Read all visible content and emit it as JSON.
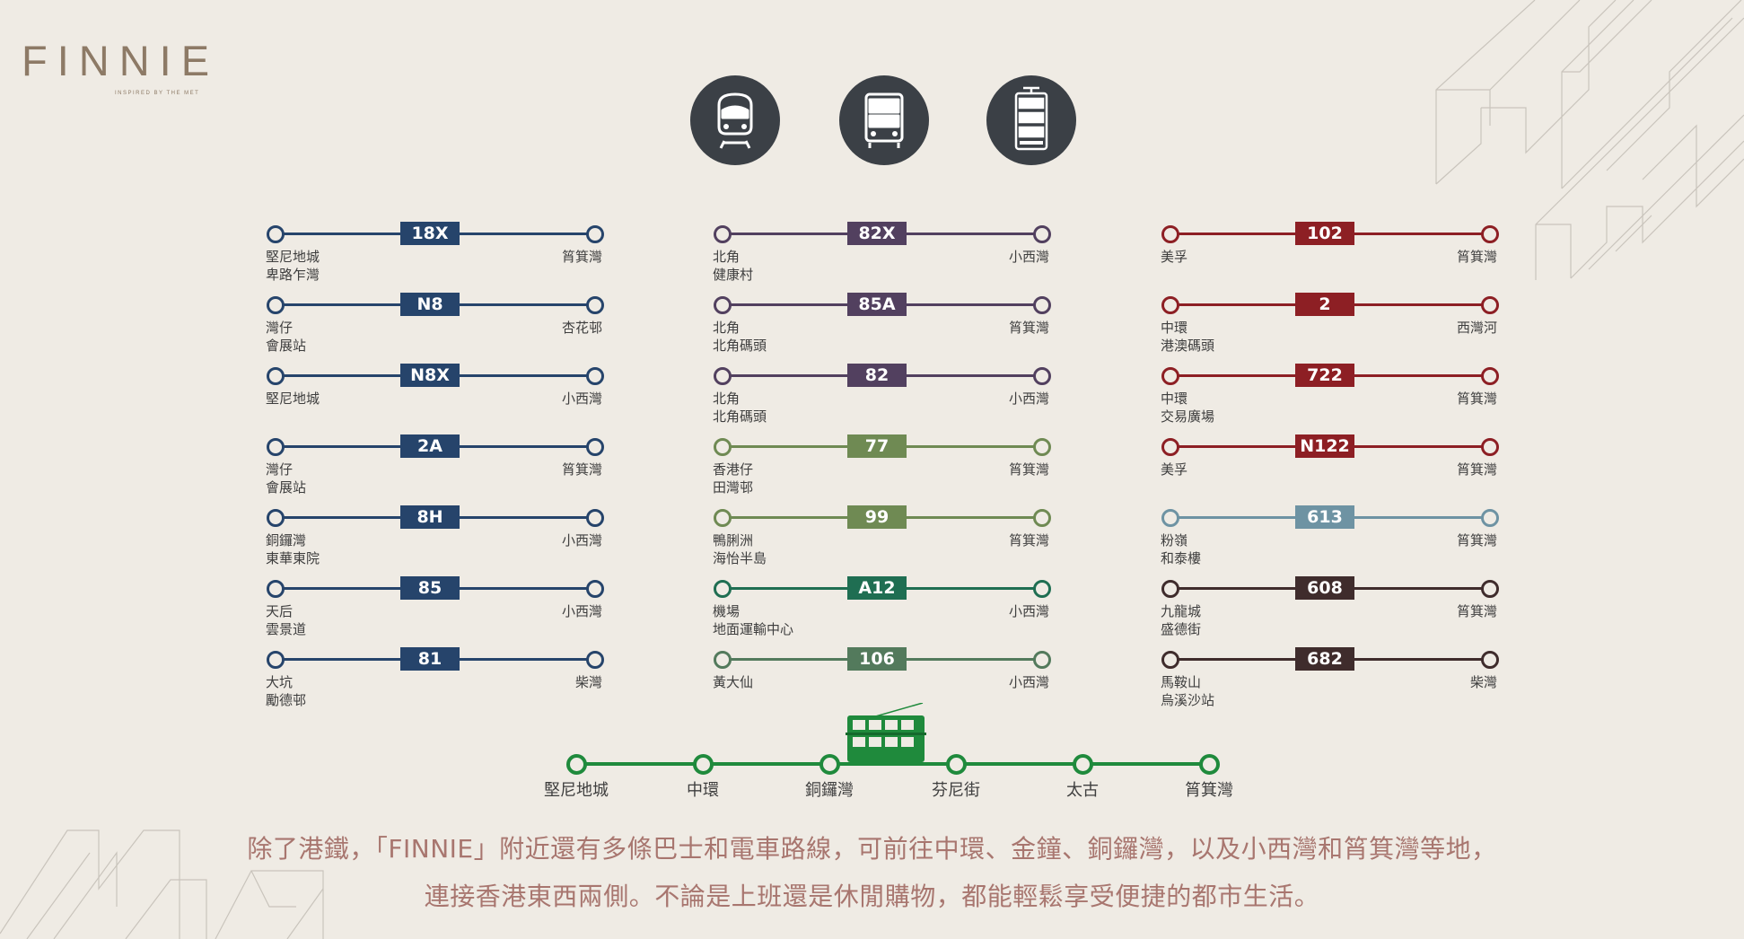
{
  "brand": {
    "name": "FINNIE",
    "tagline": "INSPIRED BY THE MET"
  },
  "modes": [
    {
      "icon": "train-icon"
    },
    {
      "icon": "bus-icon"
    },
    {
      "icon": "tram-icon"
    }
  ],
  "colors": {
    "navy": "#26446b",
    "purple": "#52405f",
    "olive": "#6f8a53",
    "teal": "#1f6e52",
    "green": "#537a5c",
    "maroon": "#8d1f24",
    "steel": "#6e93a3",
    "brown": "#3f2c2c",
    "tram": "#1f8a3c",
    "text": "#a8766f"
  },
  "routes": {
    "col1": [
      {
        "code": "18X",
        "from": "堅尼地城\n卑路乍灣",
        "to": "筲箕灣",
        "color": "#26446b"
      },
      {
        "code": "N8",
        "from": "灣仔\n會展站",
        "to": "杏花邨",
        "color": "#26446b"
      },
      {
        "code": "N8X",
        "from": "堅尼地城",
        "to": "小西灣",
        "color": "#26446b"
      },
      {
        "code": "2A",
        "from": "灣仔\n會展站",
        "to": "筲箕灣",
        "color": "#26446b"
      },
      {
        "code": "8H",
        "from": "銅鑼灣\n東華東院",
        "to": "小西灣",
        "color": "#26446b"
      },
      {
        "code": "85",
        "from": "天后\n雲景道",
        "to": "小西灣",
        "color": "#26446b"
      },
      {
        "code": "81",
        "from": "大坑\n勵德邨",
        "to": "柴灣",
        "color": "#26446b"
      }
    ],
    "col2": [
      {
        "code": "82X",
        "from": "北角\n健康村",
        "to": "小西灣",
        "color": "#52405f"
      },
      {
        "code": "85A",
        "from": "北角\n北角碼頭",
        "to": "筲箕灣",
        "color": "#52405f"
      },
      {
        "code": "82",
        "from": "北角\n北角碼頭",
        "to": "小西灣",
        "color": "#52405f"
      },
      {
        "code": "77",
        "from": "香港仔\n田灣邨",
        "to": "筲箕灣",
        "color": "#6f8a53"
      },
      {
        "code": "99",
        "from": "鴨脷洲\n海怡半島",
        "to": "筲箕灣",
        "color": "#6f8a53"
      },
      {
        "code": "A12",
        "from": "機場\n地面運輸中心",
        "to": "小西灣",
        "color": "#1f6e52"
      },
      {
        "code": "106",
        "from": "黃大仙",
        "to": "小西灣",
        "color": "#537a5c"
      }
    ],
    "col3": [
      {
        "code": "102",
        "from": "美孚",
        "to": "筲箕灣",
        "color": "#8d1f24"
      },
      {
        "code": "2",
        "from": "中環\n港澳碼頭",
        "to": "西灣河",
        "color": "#8d1f24"
      },
      {
        "code": "722",
        "from": "中環\n交易廣場",
        "to": "筲箕灣",
        "color": "#8d1f24"
      },
      {
        "code": "N122",
        "from": "美孚",
        "to": "筲箕灣",
        "color": "#8d1f24"
      },
      {
        "code": "613",
        "from": "粉嶺\n和泰樓",
        "to": "筲箕灣",
        "color": "#6e93a3"
      },
      {
        "code": "608",
        "from": "九龍城\n盛德街",
        "to": "筲箕灣",
        "color": "#3f2c2c"
      },
      {
        "code": "682",
        "from": "馬鞍山\n烏溪沙站",
        "to": "柴灣",
        "color": "#3f2c2c"
      }
    ]
  },
  "tram": {
    "stops": [
      "堅尼地城",
      "中環",
      "銅鑼灣",
      "芬尼街",
      "太古",
      "筲箕灣"
    ]
  },
  "footer": {
    "line1": "除了港鐵，「FINNIE」附近還有多條巴士和電車路線，可前往中環、金鐘、銅鑼灣，以及小西灣和筲箕灣等地，",
    "line2": "連接香港東西兩側。不論是上班還是休閒購物，都能輕鬆享受便捷的都市生活。"
  }
}
